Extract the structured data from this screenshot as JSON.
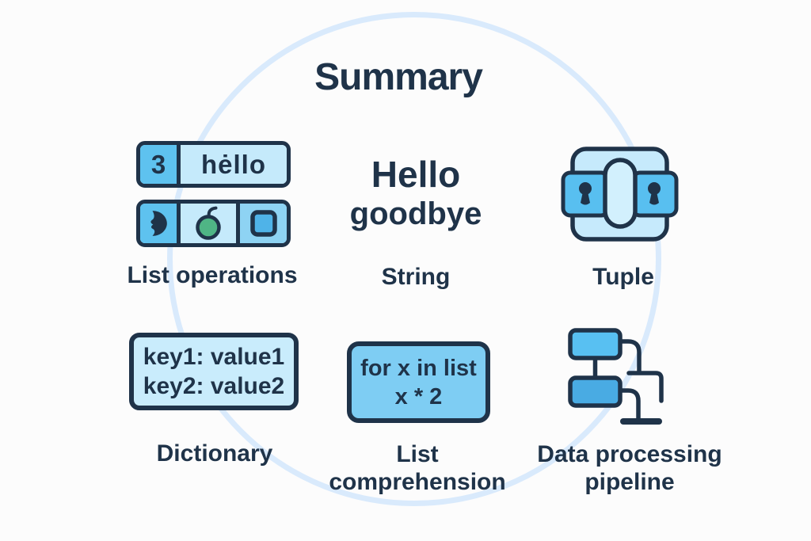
{
  "title": "Summary",
  "colors": {
    "navy": "#1f3349",
    "blue_medium": "#5ec2ef",
    "blue_light": "#c5eafb",
    "blue_cell3": "#8ed3f3",
    "green_apple": "#4fb585",
    "circle_stroke": "#d9eafc",
    "dictionary_box": "#c9ecfc",
    "comprehension_box": "#7ecdf3",
    "tuple_band": "#58bff0",
    "pipeline_top": "#58c0f2",
    "pipeline_bottom": "#49abe3",
    "background": "#fcfcfc"
  },
  "list_operations": {
    "row1": {
      "cell1": "3",
      "cell2": "hėllo"
    },
    "row2_icons": {
      "cell1": "leaf-icon",
      "cell2": "apple-icon",
      "cell3": "square-icon"
    },
    "label": "List operations"
  },
  "string": {
    "line1": "Hello",
    "line2": "goodbye",
    "label": "String"
  },
  "tuple": {
    "label": "Tuple"
  },
  "dictionary": {
    "line1": "key1: value1",
    "line2": "key2: value2",
    "label": "Dictionary"
  },
  "list_comprehension": {
    "line1": "for x in list",
    "line2": "x * 2",
    "label_line1": "List",
    "label_line2": "comprehension"
  },
  "pipeline": {
    "label_line1": "Data processing",
    "label_line2": "pipeline"
  }
}
